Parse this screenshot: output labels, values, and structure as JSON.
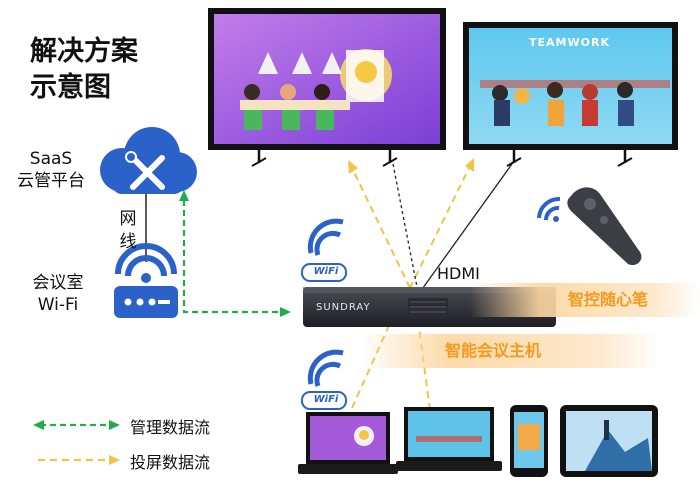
{
  "title_line1": "解决方案",
  "title_line2": "示意图",
  "saas_line1": "SaaS",
  "saas_line2": "云管平台",
  "network_line1": "网",
  "network_line2": "线",
  "room_line1": "会议室",
  "room_line2": "Wi-Fi",
  "hdmi_label": "HDMI",
  "pen_label": "智控随心笔",
  "host_label": "智能会议主机",
  "host_brand": "SUNDRAY",
  "wifi_badge": "WiFi",
  "tv_right_title": "TEAMWORK",
  "legend": {
    "management": "管理数据流",
    "projection": "投屏数据流"
  },
  "colors": {
    "management": "#1fae4b",
    "projection": "#f5c242",
    "cloud": "#2a62c9",
    "accent": "#f39a1f"
  }
}
